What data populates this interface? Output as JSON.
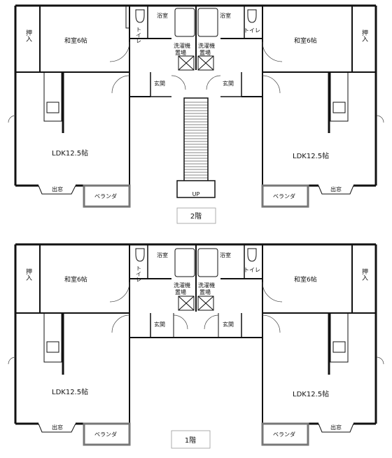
{
  "floors": [
    {
      "id": "floor2",
      "floor_label": "2階",
      "stair_label": "UP",
      "labels": {
        "closet_left": "押入",
        "washitsu_left": "和室6帖",
        "toilet_left": "トイレ",
        "bath_left": "浴室",
        "bath_right": "浴室",
        "toilet_right": "トイレ",
        "washitsu_right": "和室6帖",
        "closet_right": "押入",
        "washer_left": "洗濯機",
        "washer_left_2": "置場",
        "washer_right": "洗濯機",
        "washer_right_2": "置場",
        "entry_left": "玄関",
        "entry_right": "玄関",
        "ldk_left": "LDK12.5帖",
        "ldk_right": "LDK12.5帖",
        "bay_left": "出窓",
        "bay_right": "出窓",
        "veranda_left": "ベランダ",
        "veranda_right": "ベランダ"
      }
    },
    {
      "id": "floor1",
      "floor_label": "1階",
      "labels": {
        "closet_left": "押入",
        "washitsu_left": "和室6帖",
        "toilet_left": "トイレ",
        "bath_left": "浴室",
        "bath_right": "浴室",
        "toilet_right": "トイレ",
        "washitsu_right": "和室6帖",
        "closet_right": "押入",
        "washer_left": "洗濯機",
        "washer_left_2": "置場",
        "washer_right": "洗濯機",
        "washer_right_2": "置場",
        "entry_left": "玄関",
        "entry_right": "玄関",
        "ldk_left": "LDK12.5帖",
        "ldk_right": "LDK12.5帖",
        "bay_left": "出窓",
        "bay_right": "出窓",
        "veranda_left": "ベランダ",
        "veranda_right": "ベランダ"
      }
    }
  ],
  "colors": {
    "wall": "#111111",
    "thin": "#444444",
    "veranda": "#777777"
  }
}
